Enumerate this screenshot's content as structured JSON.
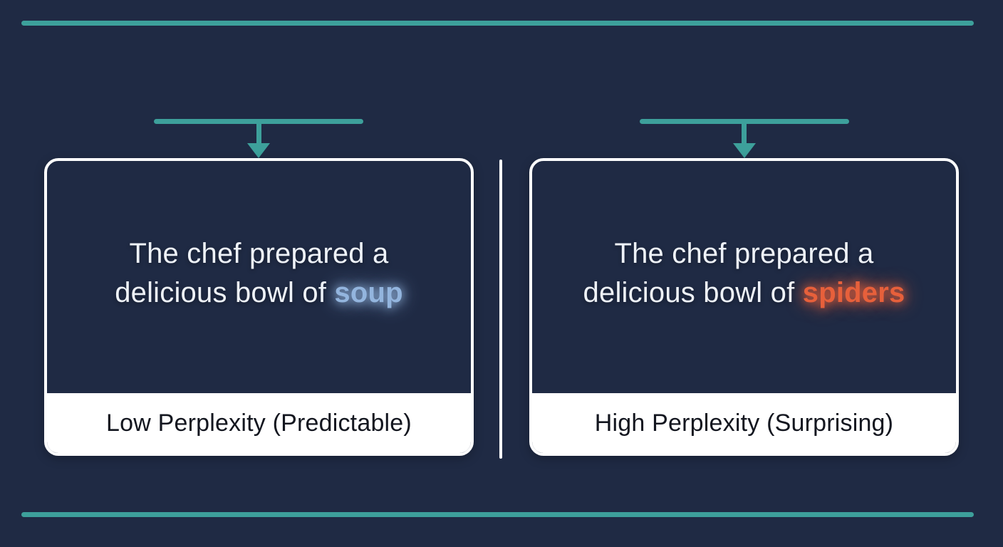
{
  "colors": {
    "background": "#1f2a44",
    "accent_teal": "#3da09b",
    "card_border": "#ffffff",
    "divider": "#ffffff",
    "sentence_text": "#eef2f8",
    "footer_background": "#ffffff",
    "footer_text": "#13161f",
    "low_highlight": "#93b5de",
    "high_highlight": "#e7603b"
  },
  "icons": {
    "left_arrow": "down-arrow-icon",
    "right_arrow": "down-arrow-icon"
  },
  "cards": [
    {
      "id": "low-perplexity",
      "sentence_line1": "The chef prepared a",
      "sentence_line2_prefix": "delicious bowl of ",
      "highlight_word": "soup",
      "highlight_color": "#93b5de",
      "label": "Low Perplexity (Predictable)"
    },
    {
      "id": "high-perplexity",
      "sentence_line1": "The chef prepared a",
      "sentence_line2_prefix": "delicious bowl of ",
      "highlight_word": "spiders",
      "highlight_color": "#e7603b",
      "label": "High Perplexity (Surprising)"
    }
  ]
}
